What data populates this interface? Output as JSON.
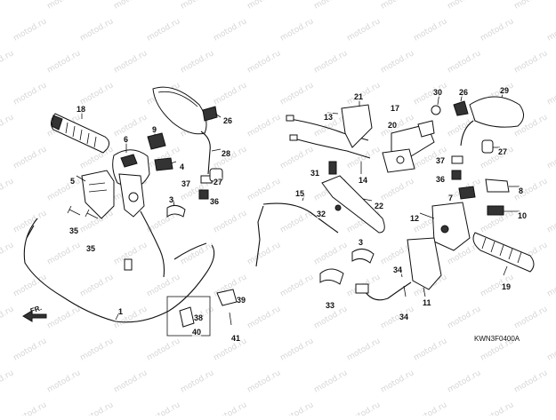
{
  "watermark": "motod.ru",
  "diagram_code": "KWN3F0400A",
  "front_indicator": "FR.",
  "part_labels": [
    "1",
    "3",
    "3",
    "4",
    "5",
    "6",
    "7",
    "8",
    "9",
    "10",
    "11",
    "12",
    "13",
    "14",
    "15",
    "17",
    "18",
    "19",
    "20",
    "21",
    "22",
    "26",
    "26",
    "27",
    "27",
    "28",
    "29",
    "30",
    "31",
    "32",
    "33",
    "34",
    "34",
    "35",
    "35",
    "36",
    "36",
    "37",
    "37",
    "38",
    "39",
    "40",
    "41"
  ]
}
